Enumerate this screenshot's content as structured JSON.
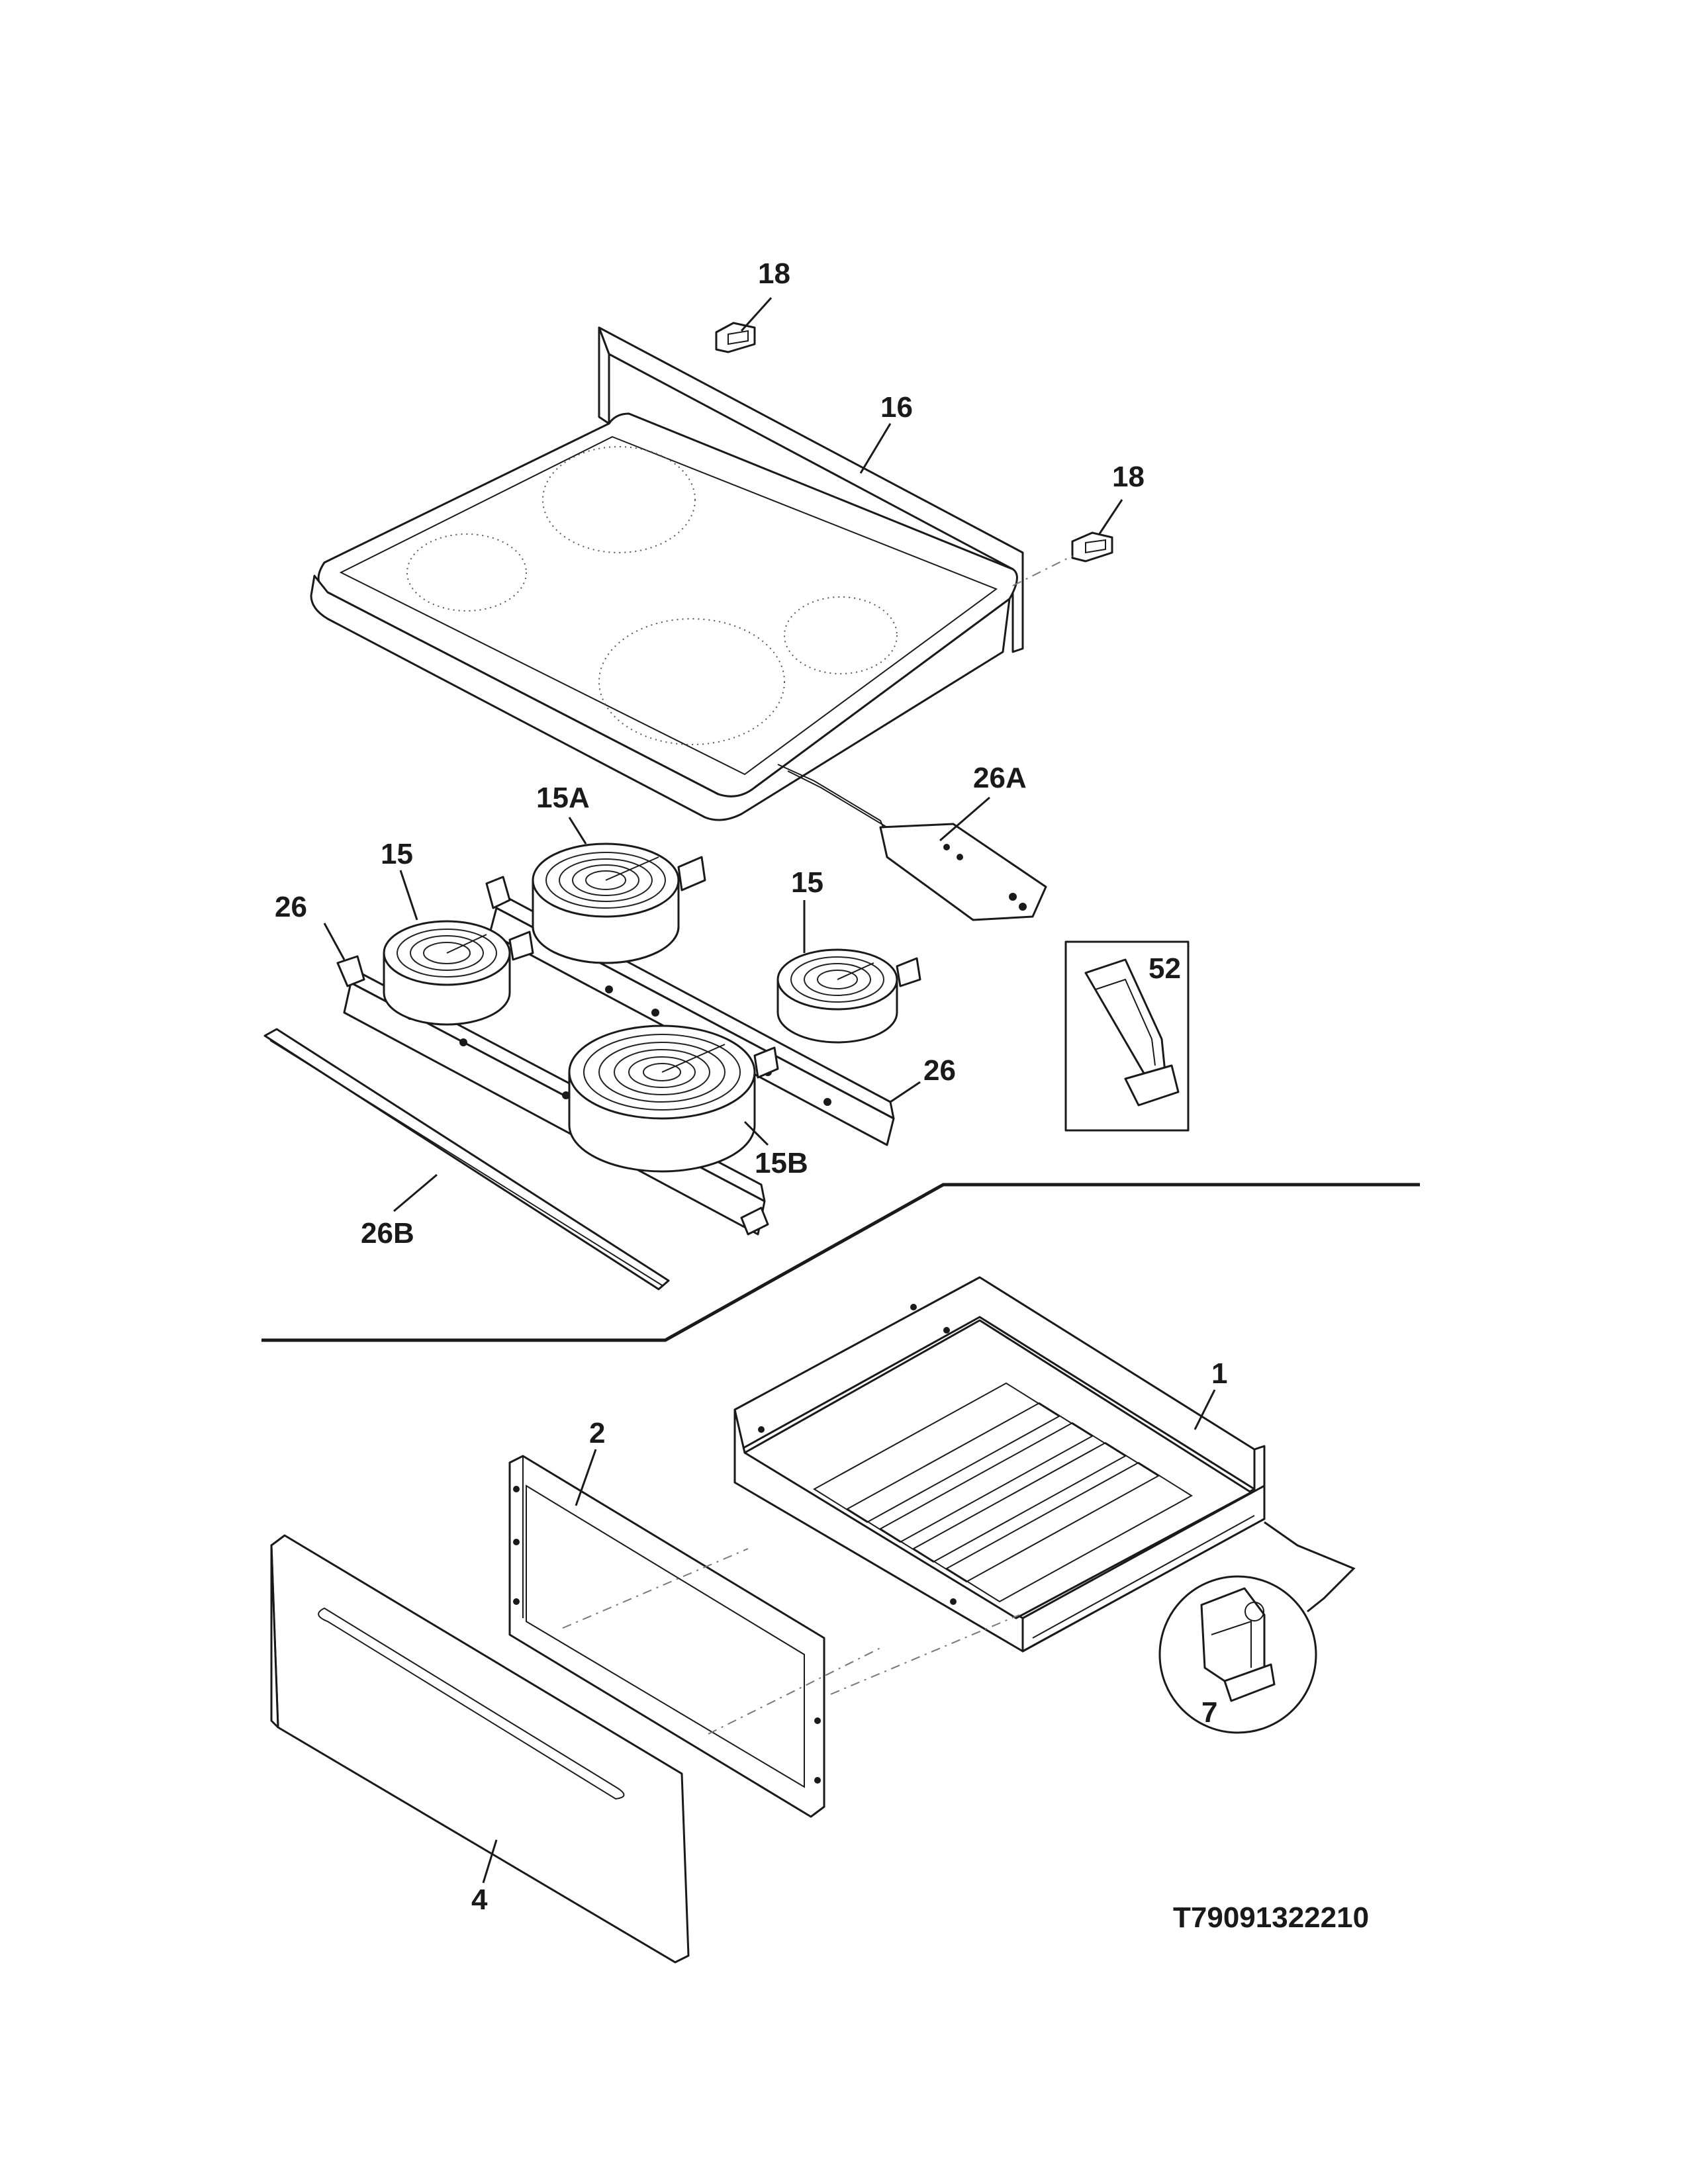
{
  "diagram": {
    "callouts": {
      "p18a": "18",
      "p18b": "18",
      "p16": "16",
      "p15A": "15A",
      "p26A": "26A",
      "p15_left": "15",
      "p15_right": "15",
      "p26_left": "26",
      "p26_right": "26",
      "p52": "52",
      "p15B": "15B",
      "p26B": "26B",
      "p1": "1",
      "p2": "2",
      "p7": "7",
      "p4": "4"
    },
    "drawing_code": "T79091322210"
  }
}
